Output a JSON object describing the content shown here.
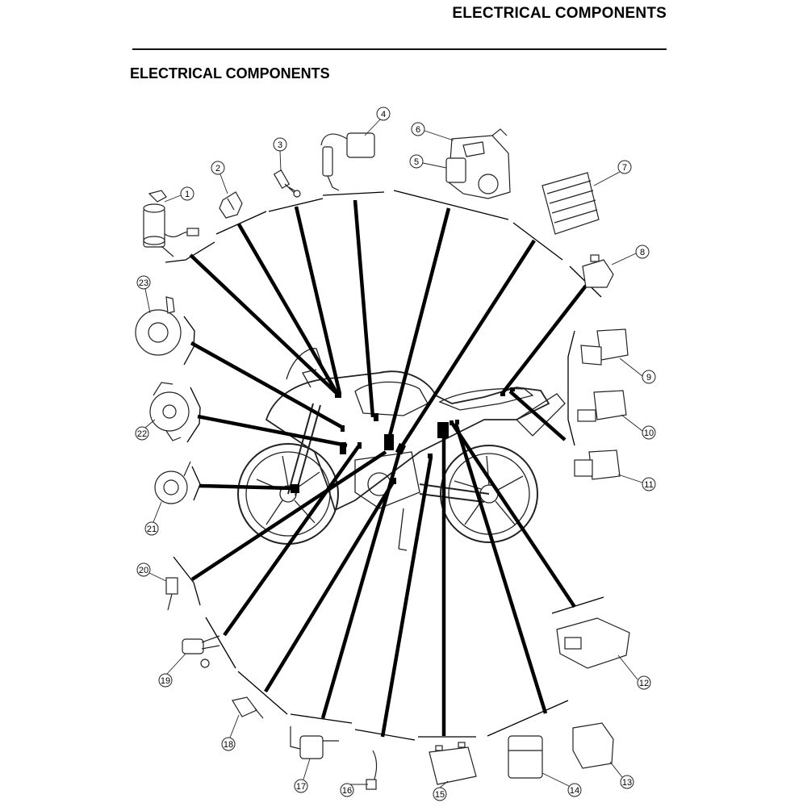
{
  "header": {
    "title": "ELECTRICAL COMPONENTS"
  },
  "section": {
    "title": "ELECTRICAL COMPONENTS"
  },
  "components": [
    {
      "num": "1"
    },
    {
      "num": "2"
    },
    {
      "num": "3"
    },
    {
      "num": "4"
    },
    {
      "num": "5"
    },
    {
      "num": "6"
    },
    {
      "num": "7"
    },
    {
      "num": "8"
    },
    {
      "num": "9"
    },
    {
      "num": "10"
    },
    {
      "num": "11"
    },
    {
      "num": "12"
    },
    {
      "num": "13"
    },
    {
      "num": "14"
    },
    {
      "num": "15"
    },
    {
      "num": "16"
    },
    {
      "num": "17"
    },
    {
      "num": "18"
    },
    {
      "num": "19"
    },
    {
      "num": "20"
    },
    {
      "num": "21"
    },
    {
      "num": "22"
    },
    {
      "num": "23"
    }
  ]
}
